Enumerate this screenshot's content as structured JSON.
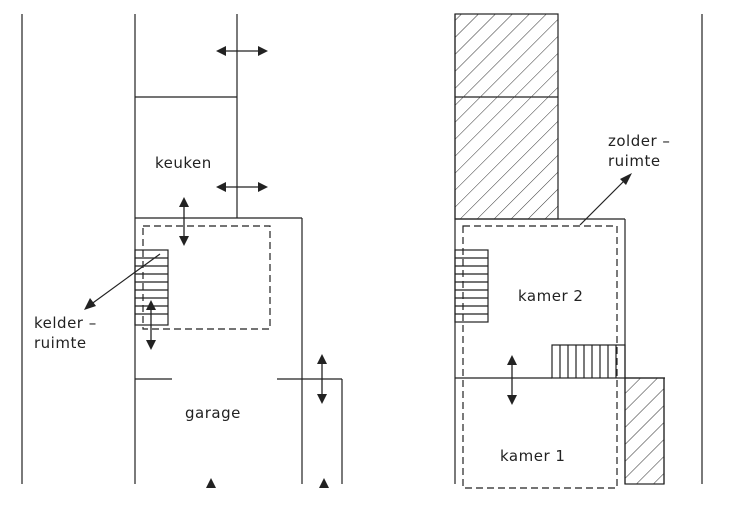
{
  "labels": {
    "keuken": "keuken",
    "kelder_line1": "kelder  –",
    "kelder_line2": "ruimte",
    "garage": "garage",
    "zolder_line1": "zolder  –",
    "zolder_line2": "ruimte",
    "kamer2": "kamer  2",
    "kamer1": "kamer  1"
  },
  "colors": {
    "ink": "#222222",
    "background": "#ffffff"
  }
}
